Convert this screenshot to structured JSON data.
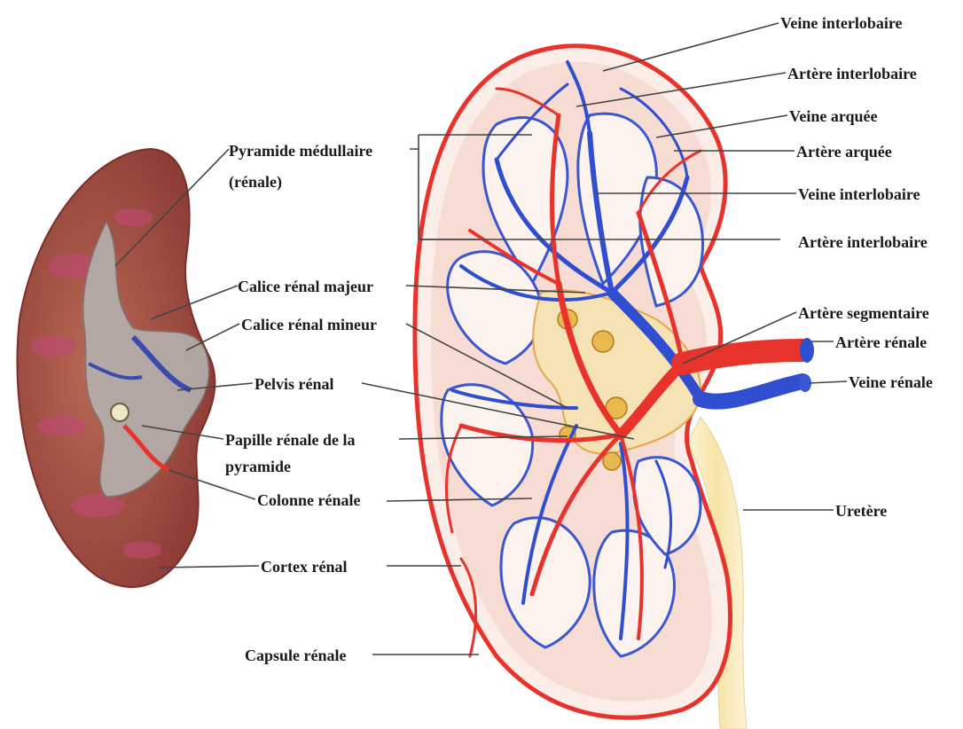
{
  "labels": {
    "pyramide_medullaire": "Pyramide médullaire",
    "pyramide_medullaire_2": "(rénale)",
    "calice_majeur": "Calice rénal majeur",
    "calice_mineur": "Calice rénal mineur",
    "pelvis": "Pelvis rénal",
    "papille": "Papille rénale de la",
    "papille_2": "pyramide",
    "colonne": "Colonne rénale",
    "cortex": "Cortex rénal",
    "capsule": "Capsule rénale",
    "veine_interlobaire_top": "Veine interlobaire",
    "artere_interlobaire_top": "Artère interlobaire",
    "veine_arquee": "Veine arquée",
    "artere_arquee": "Artère arquée",
    "veine_interlobaire_mid": "Veine interlobaire",
    "artere_interlobaire_mid": "Artère interlobaire",
    "artere_segmentaire": "Artère segmentaire",
    "artere_renale": "Artère rénale",
    "veine_renale": "Veine rénale",
    "uretere": "Uretère"
  },
  "colors": {
    "artery": "#e8332d",
    "vein": "#2f4fd0",
    "kidney_left": "#a8554a",
    "cortex_pink": "#f7d9d2",
    "medulla": "#fbeee8",
    "ureter": "#f6ecc5"
  }
}
